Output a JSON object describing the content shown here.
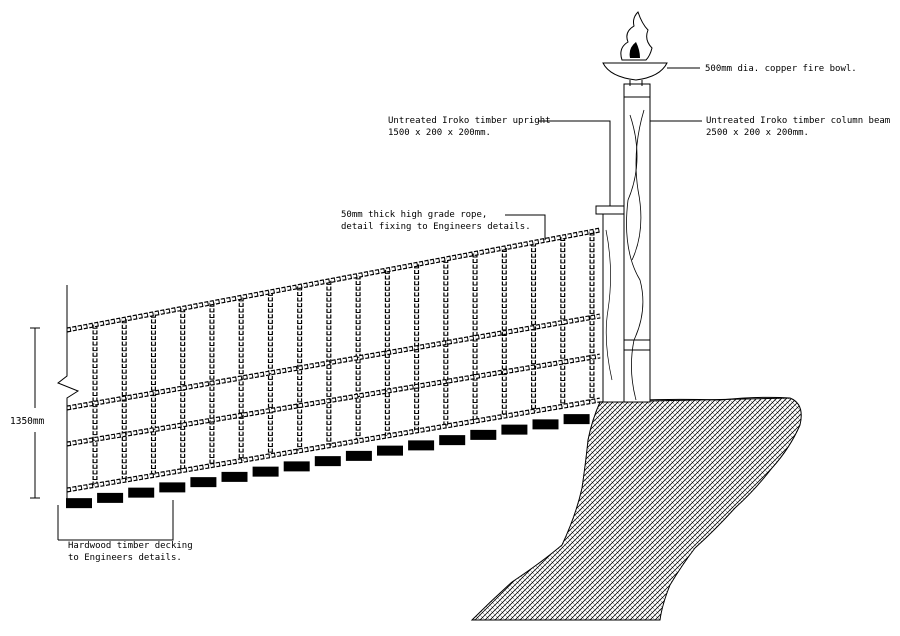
{
  "annotations": {
    "fire_bowl": "500mm dia. copper fire bowl.",
    "upright_line1": "Untreated Iroko timber upright",
    "upright_line2": "1500 x 200 x 200mm.",
    "column_line1": "Untreated Iroko timber column beam",
    "column_line2": "2500 x 200 x 200mm.",
    "rope_line1": "50mm thick high grade rope,",
    "rope_line2": "detail fixing to Engineers details.",
    "decking_line1": "Hardwood timber decking",
    "decking_line2": "to Engineers details."
  },
  "dimension": {
    "label": "1350mm"
  },
  "colors": {
    "line": "#000000",
    "background": "#ffffff"
  }
}
